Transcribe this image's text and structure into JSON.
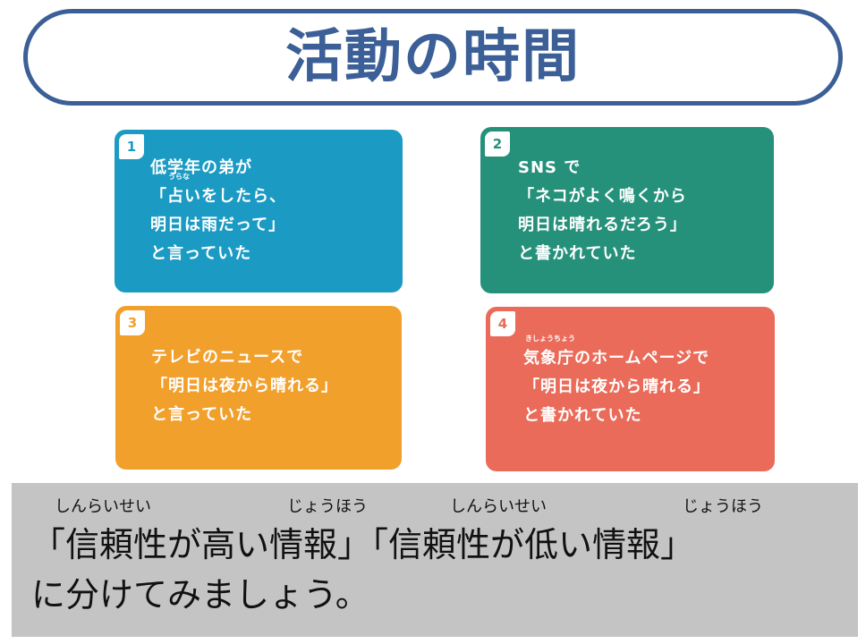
{
  "title": "活動の時間",
  "cards": [
    {
      "number": "1",
      "ruby": "うらな",
      "lines": [
        "低学年の弟が",
        "「占いをしたら、",
        "明日は雨だって」",
        "と言っていた"
      ]
    },
    {
      "number": "2",
      "lines": [
        "SNS で",
        "「ネコがよく鳴くから",
        "明日は晴れるだろう」",
        "と書かれていた"
      ]
    },
    {
      "number": "3",
      "lines": [
        "テレビのニュースで",
        "「明日は夜から晴れる」",
        "と言っていた"
      ]
    },
    {
      "number": "4",
      "ruby": "きしょうちょう",
      "lines": [
        "気象庁のホームページで",
        "「明日は夜から晴れる」",
        "と書かれていた"
      ]
    }
  ],
  "instruction": {
    "ruby": [
      "しんらいせい",
      "じょうほう",
      "しんらいせい",
      "じょうほう"
    ],
    "line1": "「信頼性が高い情報」「信頼性が低い情報」",
    "line2": "に分けてみましょう。"
  },
  "colors": {
    "title": "#3b5f96",
    "card1": "#1b9bc4",
    "card2": "#26917b",
    "card3": "#f2a02c",
    "card4": "#ea6b59",
    "panel": "#c4c4c4"
  }
}
